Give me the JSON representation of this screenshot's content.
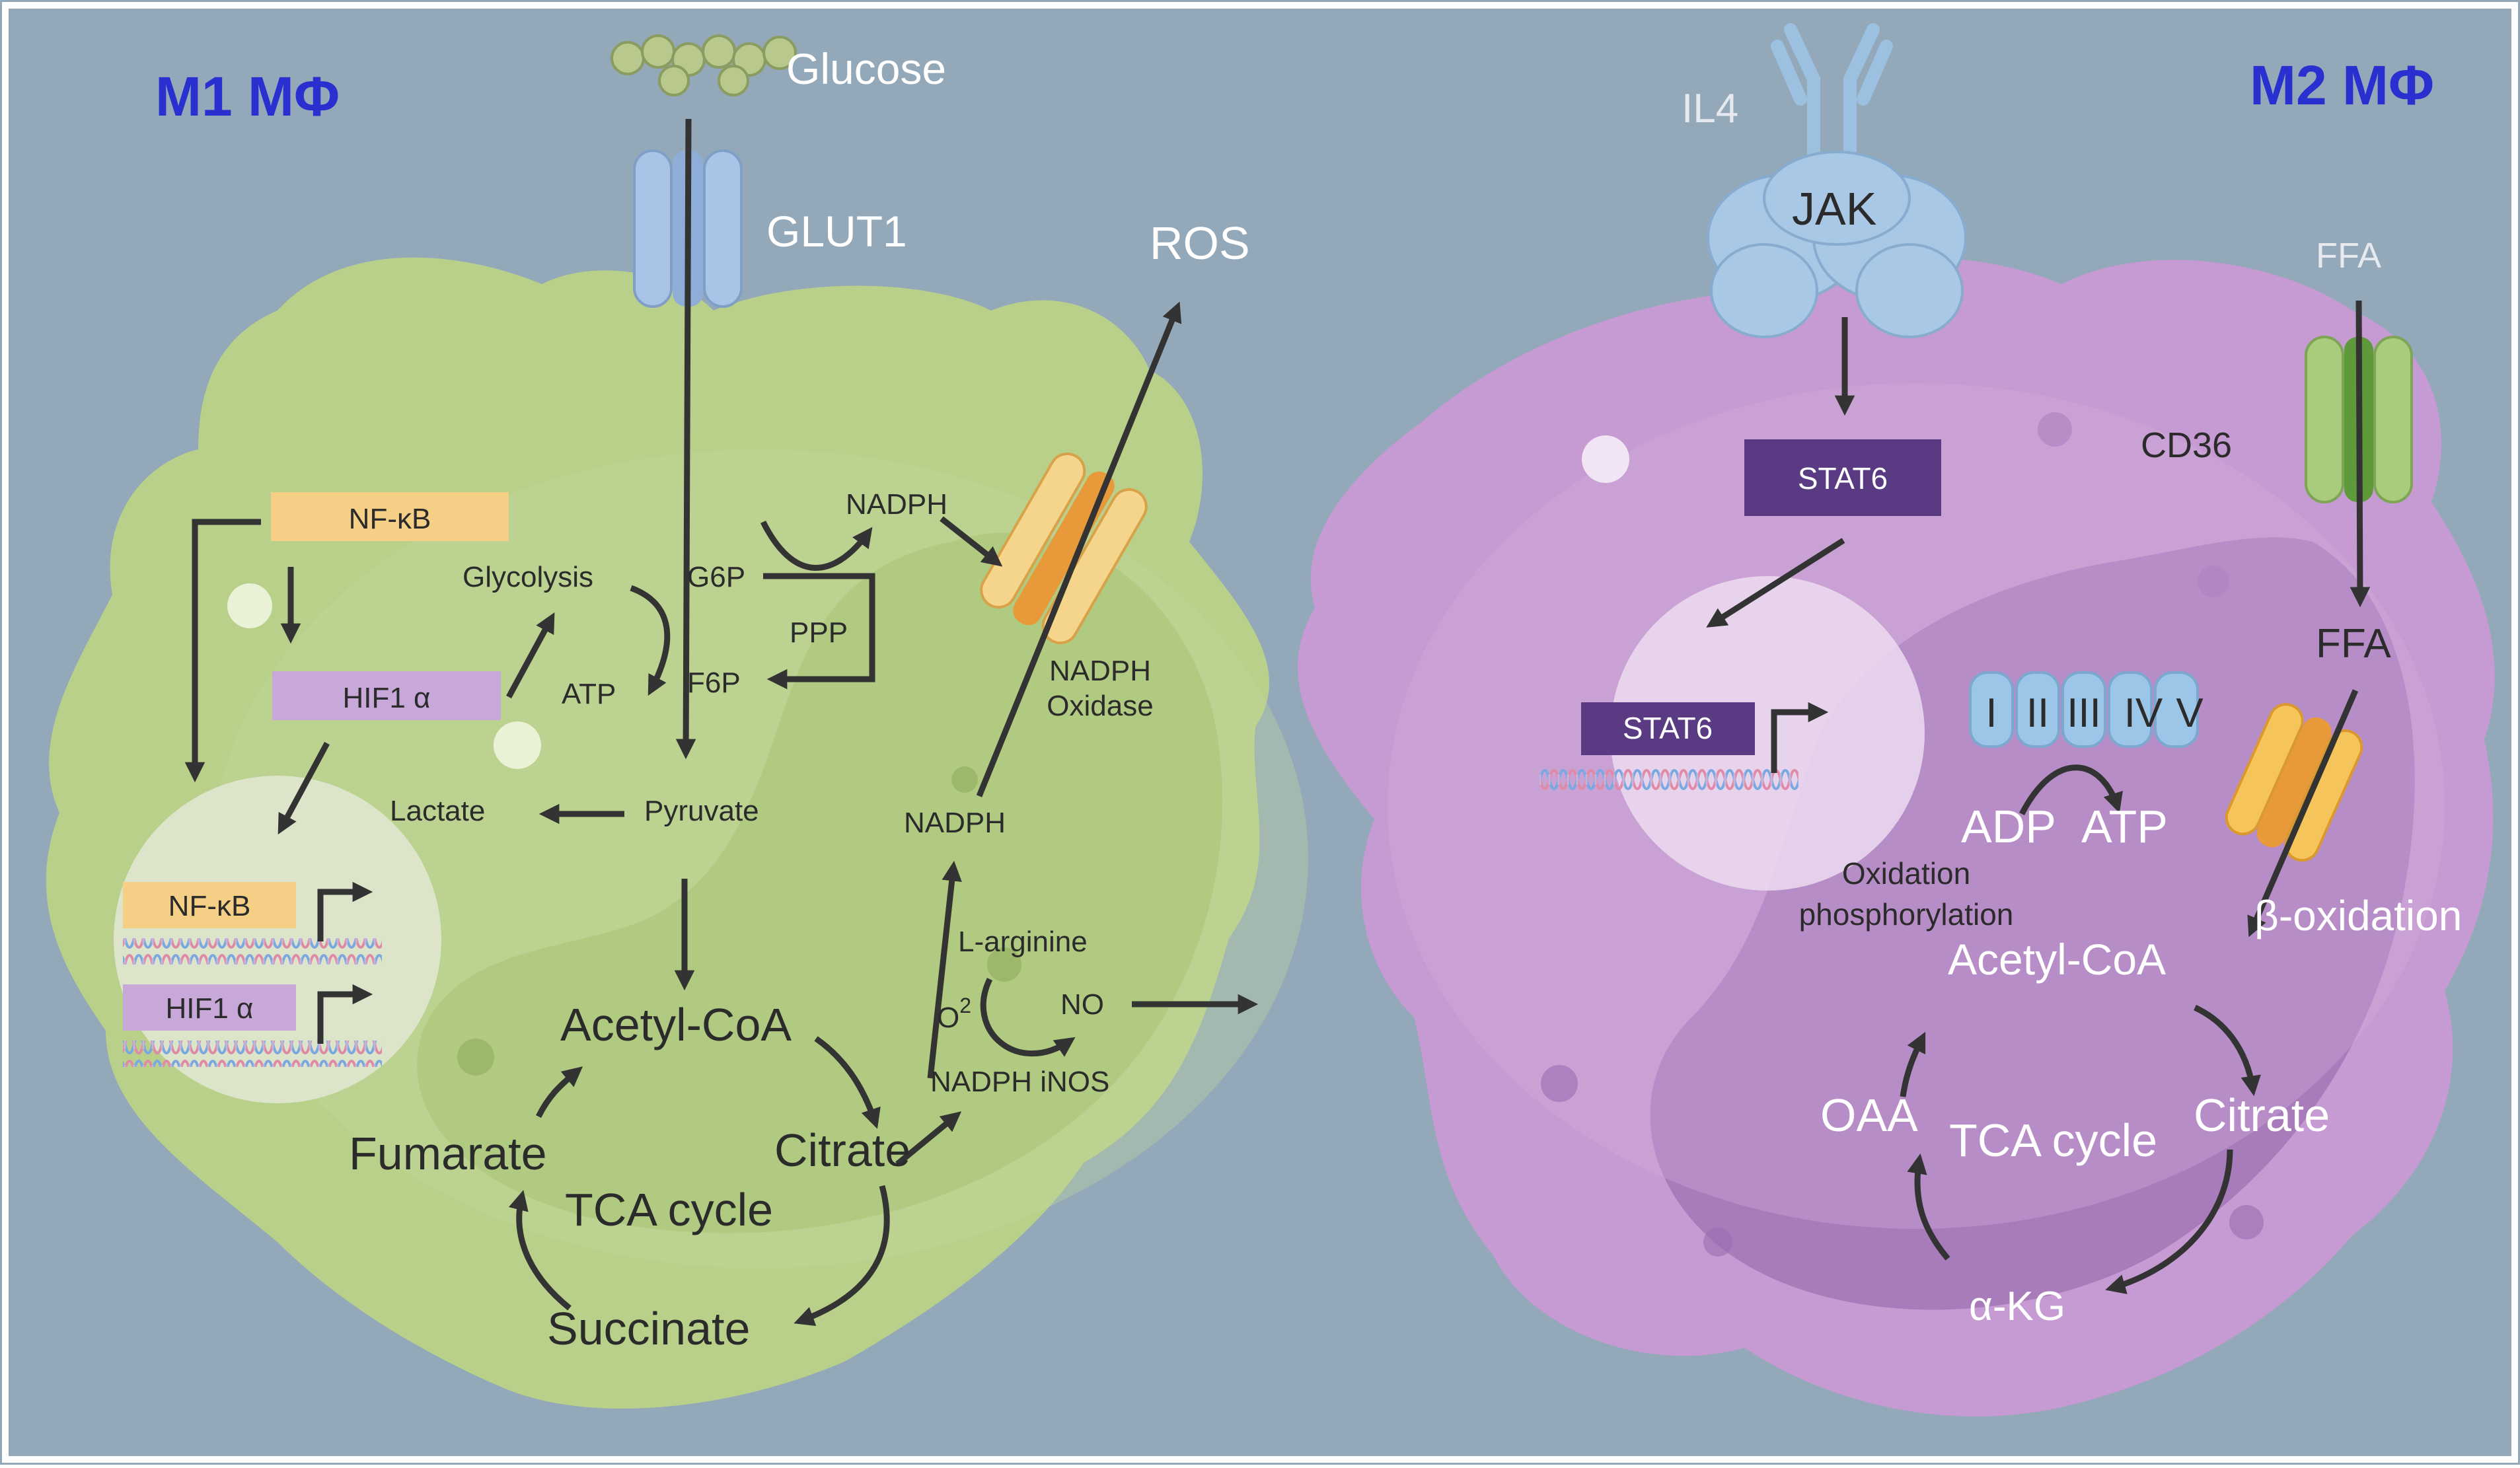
{
  "colors": {
    "background": "#93a8b8",
    "m1_cell": "#b8d08a",
    "m1_inner": "#9fbf6c",
    "m2_cell": "#c69ad2",
    "m2_inner": "#a47ab8",
    "nfkb_box": "#f5cf86",
    "hif_box": "#c7a8d8",
    "stat6_box": "#5a3a82",
    "title": "#2a2fd0"
  },
  "m1": {
    "title": "M1 MΦ",
    "glucose": "Glucose",
    "glut1": "GLUT1",
    "ros": "ROS",
    "nfkb": "NF-κB",
    "hif1a": "HIF1 α",
    "glycolysis": "Glycolysis",
    "g6p": "G6P",
    "nadph_top": "NADPH",
    "ppp": "PPP",
    "atp": "ATP",
    "f6p": "F6P",
    "nadph_oxidase_1": "NADPH",
    "nadph_oxidase_2": "Oxidase",
    "lactate": "Lactate",
    "pyruvate": "Pyruvate",
    "nadph_mid": "NADPH",
    "nucleus_nfkb": "NF-κB",
    "nucleus_hif1a": "HIF1 α",
    "l_arginine": "L-arginine",
    "o2_base": "O",
    "o2_sup": "2",
    "no": "NO",
    "nadph_inos": "NADPH iNOS",
    "acetyl_coa": "Acetyl-CoA",
    "citrate": "Citrate",
    "fumarate": "Fumarate",
    "tca_cycle": "TCA cycle",
    "succinate": "Succinate"
  },
  "m2": {
    "title": "M2 MΦ",
    "il4": "IL4",
    "jak": "JAK",
    "ffa_top": "FFA",
    "cd36": "CD36",
    "stat6_cyto": "STAT6",
    "stat6_nucleus": "STAT6",
    "ffa_inner": "FFA",
    "complexes": [
      "I",
      "II",
      "III",
      "IV",
      "V"
    ],
    "adp": "ADP",
    "atp": "ATP",
    "oxphos_1": "Oxidation",
    "oxphos_2": "phosphorylation",
    "beta_oxidation": "β-oxidation",
    "acetyl_coa": "Acetyl-CoA",
    "oaa": "OAA",
    "tca_cycle": "TCA cycle",
    "citrate": "Citrate",
    "akg": "α-KG"
  }
}
